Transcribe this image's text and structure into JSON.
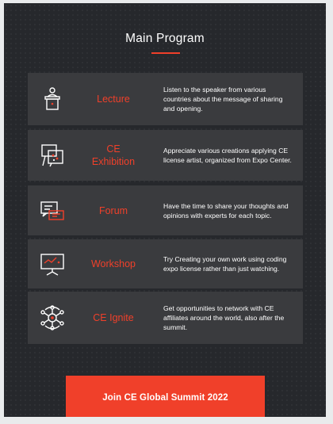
{
  "title": "Main Program",
  "accent_color": "#f0402a",
  "cards": [
    {
      "label": "Lecture",
      "icon": "lecture-podium-icon",
      "description": "Listen to the speaker from various countries about the message of sharing and opening."
    },
    {
      "label": "CE\nExhibition",
      "icon": "exhibition-easel-icon",
      "description": "Appreciate various creations applying CE license artist, organized from Expo Center."
    },
    {
      "label": "Forum",
      "icon": "forum-chat-icon",
      "description": "Have the time to share your thoughts and opinions with experts for each topic."
    },
    {
      "label": "Workshop",
      "icon": "workshop-board-icon",
      "description": "Try Creating your own work using coding expo license rather than just watching."
    },
    {
      "label": "CE Ignite",
      "icon": "network-icon",
      "description": "Get opportunities to network with CE affiliates around the world, also after the summit."
    }
  ],
  "cta_label": "Join CE Global Summit 2022"
}
